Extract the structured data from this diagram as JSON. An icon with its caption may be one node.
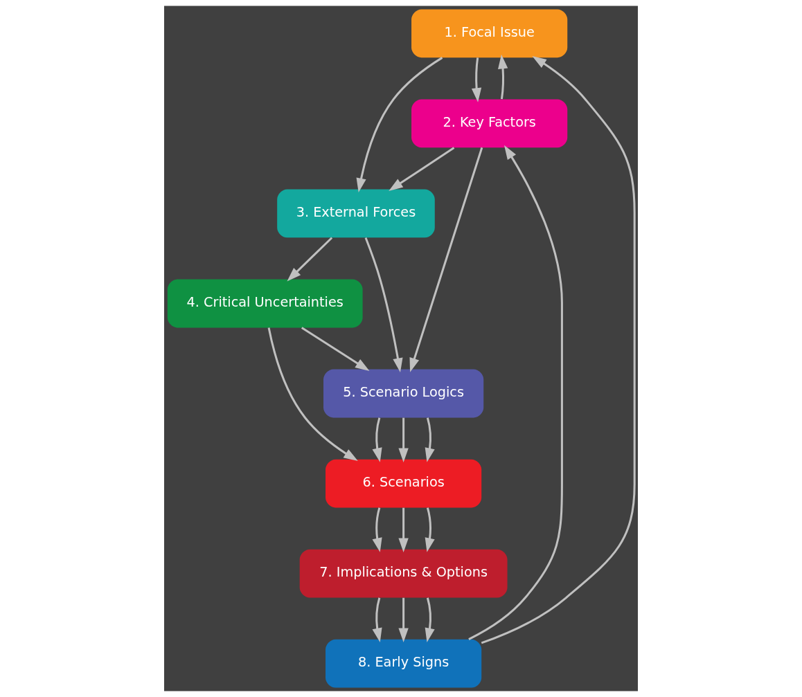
{
  "diagram": {
    "nodes": [
      {
        "text": [
          "1. Focal Issue"
        ]
      },
      {
        "text": [
          "2. Key Factors"
        ]
      },
      {
        "text": [
          "3. External Forces"
        ]
      },
      {
        "text": [
          "4. Critical Uncertainties"
        ]
      },
      {
        "text": [
          "5. Scenario Logics"
        ]
      },
      {
        "text": [
          "6. Scenarios"
        ]
      },
      {
        "text": [
          "7. Implications & Options"
        ]
      },
      {
        "text": [
          "8. Early Signs"
        ]
      }
    ],
    "edges": [
      {
        "from": 0,
        "to": 2,
        "arrow": "to"
      },
      {
        "from": 0,
        "to": 1,
        "arrow": "to"
      },
      {
        "from": 1,
        "to": 0,
        "arrow": "to"
      },
      {
        "from": 1,
        "to": 2,
        "arrow": "to"
      },
      {
        "from": 1,
        "to": 4,
        "arrow": "to"
      },
      {
        "from": 2,
        "to": 4,
        "arrow": "to"
      },
      {
        "from": 2,
        "to": 3,
        "arrow": "to"
      },
      {
        "from": 3,
        "to": 4,
        "arrow": "to"
      },
      {
        "from": 3,
        "to": 5,
        "arrow": "to"
      },
      {
        "from": 4,
        "to": 5,
        "arrow": "to"
      },
      {
        "from": 4,
        "to": 5,
        "arrow": "to"
      },
      {
        "from": 4,
        "to": 5,
        "arrow": "to"
      },
      {
        "from": 5,
        "to": 6,
        "arrow": "to"
      },
      {
        "from": 5,
        "to": 6,
        "arrow": "to"
      },
      {
        "from": 5,
        "to": 6,
        "arrow": "to"
      },
      {
        "from": 6,
        "to": 7,
        "arrow": "to"
      },
      {
        "from": 6,
        "to": 7,
        "arrow": "to"
      },
      {
        "from": 6,
        "to": 7,
        "arrow": "to"
      },
      {
        "from": 7,
        "to": 1,
        "arrow": "to"
      },
      {
        "from": 7,
        "to": 0,
        "arrow": "to"
      }
    ]
  }
}
